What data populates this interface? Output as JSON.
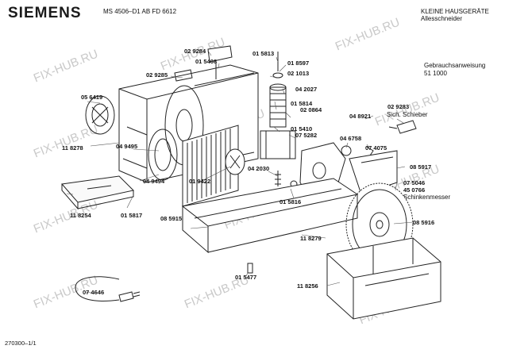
{
  "header": {
    "brand": "SIEMENS",
    "model": "MS 4506–D1 AB FD 6612",
    "category_line1": "KLEINE HAUSGERÄTE",
    "category_line2": "Allesschneider"
  },
  "notes": {
    "manual_label": "Gebrauchsanweisung",
    "manual_number": "51 1000",
    "safety_slider": "Sich. Schieber",
    "ham_knife": "Schinkenmesser"
  },
  "parts": [
    "02 9284",
    "01 5408",
    "02 9285",
    "05 6419",
    "11 8278",
    "04 9495",
    "04 9494",
    "11 8254",
    "01 5817",
    "01 9422",
    "08 5915",
    "01 5813",
    "01 8597",
    "02 1013",
    "04 2027",
    "01 5814",
    "02 0864",
    "01 5410",
    "07 5282",
    "04 2030",
    "01 5816",
    "04 8921",
    "02 9283",
    "04 6758",
    "07 4075",
    "08 5917",
    "07 5046",
    "45 0766",
    "08 5916",
    "11 8279",
    "11 8256",
    "01 5477",
    "07 4646"
  ],
  "footer": {
    "code": "270300–1/1"
  },
  "watermark": "FIX-HUB.RU"
}
